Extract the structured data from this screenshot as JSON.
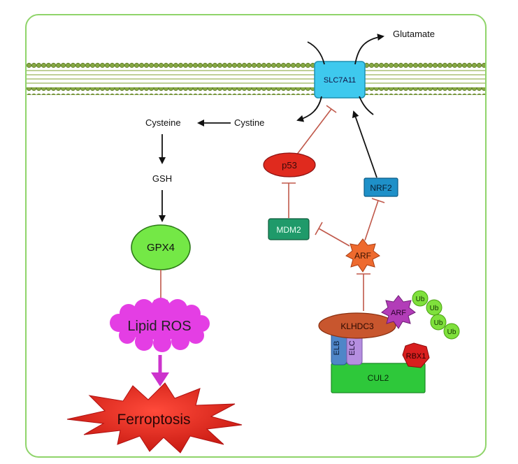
{
  "labels": {
    "glutamate": "Glutamate",
    "transporter": "SLC7A11",
    "cysteine": "Cysteine",
    "cystine": "Cystine",
    "gsh": "GSH",
    "gpx4": "GPX4",
    "lipid_ros": "Lipid ROS",
    "ferroptosis": "Ferroptosis",
    "p53": "p53",
    "mdm2": "MDM2",
    "nrf2": "NRF2",
    "arf": "ARF",
    "arf_bound": "ARF",
    "klhdc3": "KLHDC3",
    "elb": "ELB",
    "elc": "ELC",
    "rbx1": "RBX1",
    "cul2": "CUL2",
    "ubiquitin": [
      "Ub",
      "Ub",
      "Ub",
      "Ub"
    ]
  },
  "colors": {
    "border": "#8fd46a",
    "membrane": "#7fa23c",
    "transporter": "#3ec9ee",
    "inhibition": "#c0584a",
    "p53": "#e02a1e",
    "mdm2": "#1f9a6a",
    "nrf2": "#1e90c8",
    "arf": "#ee6a2e",
    "klhdc3": "#c8562e",
    "arf_bound": "#b23db8",
    "ub": "#7fe03c",
    "elb": "#4f86c8",
    "elc": "#b58ee0",
    "rbx1": "#d81e1e",
    "cul2": "#2ec83a",
    "gpx4": "#74e846",
    "lipid_ros": "#e43ee4",
    "ferroptosis": "#e41414",
    "ferroptosis_arrow": "#cc33cc"
  }
}
